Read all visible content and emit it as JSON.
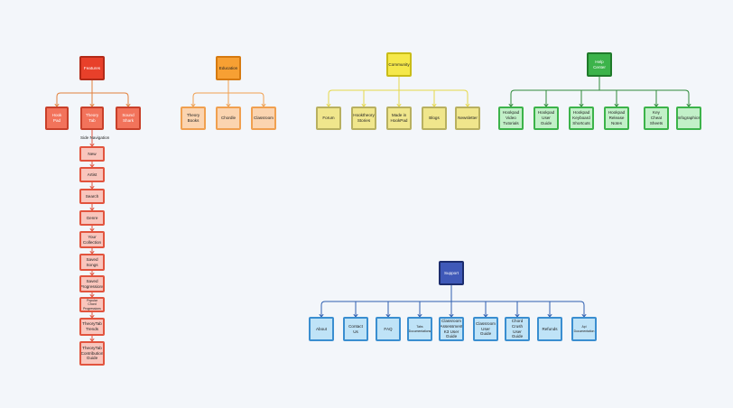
{
  "diagram": {
    "caption": "Side Navigation",
    "palettes": {
      "red": {
        "fill": "#e8402a",
        "border": "#b22a18",
        "text": "#ffffff"
      },
      "red2": {
        "fill": "#f2735b",
        "border": "#c8402a",
        "text": "#ffffff"
      },
      "salmon": {
        "fill": "#f9c5bc",
        "border": "#e2543e",
        "text": "#222222"
      },
      "orange": {
        "fill": "#f7a033",
        "border": "#d67a10",
        "text": "#222222"
      },
      "peach": {
        "fill": "#fbd4b0",
        "border": "#f0a050",
        "text": "#222222"
      },
      "yellow": {
        "fill": "#f5e84a",
        "border": "#c9bc16",
        "text": "#222222"
      },
      "khaki": {
        "fill": "#f0e68c",
        "border": "#b8b060",
        "text": "#222222"
      },
      "green": {
        "fill": "#3cb34a",
        "border": "#1f7a2a",
        "text": "#ffffff"
      },
      "mint": {
        "fill": "#c2f0c8",
        "border": "#3cb34a",
        "text": "#222222"
      },
      "navy": {
        "fill": "#3f59b8",
        "border": "#1c2d6e",
        "text": "#ffffff"
      },
      "sky": {
        "fill": "#bfe3f7",
        "border": "#3a8ed0",
        "text": "#222222"
      }
    },
    "link_colors": {
      "features": "#e2803c",
      "education": "#f0a050",
      "community": "#e6d84a",
      "help": "#2f8a3a",
      "support": "#2f5fb0",
      "sidenav": "#e2543e"
    },
    "nodes": [
      {
        "id": "features",
        "label": "Features",
        "palette": "red"
      },
      {
        "id": "hookpad",
        "label": "Hook Pad",
        "palette": "red2"
      },
      {
        "id": "theorytab",
        "label": "Theory Tab",
        "palette": "red2"
      },
      {
        "id": "soundshark",
        "label": "Sound Shark",
        "palette": "red2"
      },
      {
        "id": "sn1",
        "label": "New",
        "palette": "salmon"
      },
      {
        "id": "sn2",
        "label": "Artist",
        "palette": "salmon"
      },
      {
        "id": "sn3",
        "label": "Search",
        "palette": "salmon"
      },
      {
        "id": "sn4",
        "label": "Genre",
        "palette": "salmon"
      },
      {
        "id": "sn5",
        "label": "Your Collection",
        "palette": "salmon"
      },
      {
        "id": "sn6",
        "label": "Saved Songs",
        "palette": "salmon"
      },
      {
        "id": "sn7",
        "label": "Saved Progressions",
        "palette": "salmon"
      },
      {
        "id": "sn8",
        "label": "Popular Chord Progressions",
        "palette": "salmon",
        "small": true
      },
      {
        "id": "sn9",
        "label": "TheoryTab Trends",
        "palette": "salmon"
      },
      {
        "id": "sn10",
        "label": "TheoryTab Contribution Guide",
        "palette": "salmon"
      },
      {
        "id": "education",
        "label": "Education",
        "palette": "orange"
      },
      {
        "id": "theorybooks",
        "label": "Theory Books",
        "palette": "peach"
      },
      {
        "id": "chordle",
        "label": "Chordle",
        "palette": "peach"
      },
      {
        "id": "classroom",
        "label": "Classroom",
        "palette": "peach"
      },
      {
        "id": "community",
        "label": "Community",
        "palette": "yellow"
      },
      {
        "id": "forum",
        "label": "Forum",
        "palette": "khaki"
      },
      {
        "id": "hookstories",
        "label": "Hooktheory Stories",
        "palette": "khaki"
      },
      {
        "id": "madeinhookpad",
        "label": "Made in HookPad",
        "palette": "khaki"
      },
      {
        "id": "blogs",
        "label": "Blogs",
        "palette": "khaki"
      },
      {
        "id": "newsletter",
        "label": "Newsletter",
        "palette": "khaki"
      },
      {
        "id": "helpcenter",
        "label": "Help Center",
        "palette": "green"
      },
      {
        "id": "hp1",
        "label": "Hookpad Video Tutorials",
        "palette": "mint"
      },
      {
        "id": "hp2",
        "label": "Hookpad User Guide",
        "palette": "mint"
      },
      {
        "id": "hp3",
        "label": "Hookpad Keyboard Shortcuts",
        "palette": "mint"
      },
      {
        "id": "hp4",
        "label": "Hookpad Release Notes",
        "palette": "mint"
      },
      {
        "id": "hp5",
        "label": "Key Cheat Sheets",
        "palette": "mint"
      },
      {
        "id": "hp6",
        "label": "Infographics",
        "palette": "mint"
      },
      {
        "id": "support",
        "label": "Support",
        "palette": "navy"
      },
      {
        "id": "su1",
        "label": "About",
        "palette": "sky"
      },
      {
        "id": "su2",
        "label": "Contact Us",
        "palette": "sky"
      },
      {
        "id": "su3",
        "label": "FAQ",
        "palette": "sky"
      },
      {
        "id": "su4",
        "label": "Tabs Documentations",
        "palette": "sky",
        "small": true
      },
      {
        "id": "su5",
        "label": "Classroom Assessment K3 User Guide",
        "palette": "sky"
      },
      {
        "id": "su6",
        "label": "Classroom User Guide",
        "palette": "sky"
      },
      {
        "id": "su7",
        "label": "Chord Crush User Guide",
        "palette": "sky"
      },
      {
        "id": "su8",
        "label": "Refunds",
        "palette": "sky"
      },
      {
        "id": "su9",
        "label": "Api Documentation",
        "palette": "sky",
        "small": true
      }
    ]
  }
}
